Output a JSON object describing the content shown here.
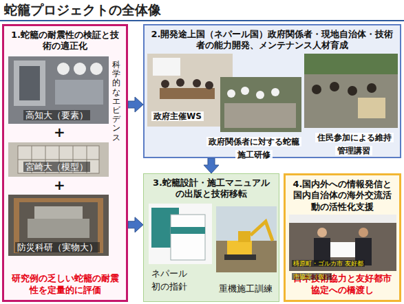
{
  "diagram": {
    "title": "蛇籠プロジェクトの全体像",
    "nodes": [
      {
        "text": [
          "1.蛇籠の耐震性の検証と技術の適正化",
          "研究例の乏しい蛇籠の耐震性を定量的に評価"
        ]
      },
      {
        "text": [
          "2.開発途上国（ネパール国）政府関係者・現地自治体・技術者の能力開発、メンテナンス人材育成"
        ]
      },
      {
        "text": [
          "3.蛇籠設計・施工マニュアルの出版と技術移転"
        ]
      },
      {
        "text": [
          "4.国内外への情報発信と国内自治体の海外交流活動の活性化支援",
          "日ネ技術協力と友好都市協定への橋渡し"
        ]
      }
    ],
    "edges": [
      {
        "from": 0,
        "to": 1,
        "arrow": "to"
      },
      {
        "from": 0,
        "to": 2,
        "arrow": "to"
      },
      {
        "from": 1,
        "to": 2,
        "arrow": "to"
      }
    ],
    "labels": [
      "科学的なエビデンス",
      "高知大（要素）",
      "+",
      "宮崎大（模型）",
      "+",
      "防災科研（実物大）",
      "政府主催WS",
      "政府関係者に対する蛇籠施工研修",
      "住民参加による維持管理講習",
      "ネパール初の指針",
      "重機施工訓練",
      "梼原町・ゴルカ市 友好都市協定（仮）"
    ]
  }
}
